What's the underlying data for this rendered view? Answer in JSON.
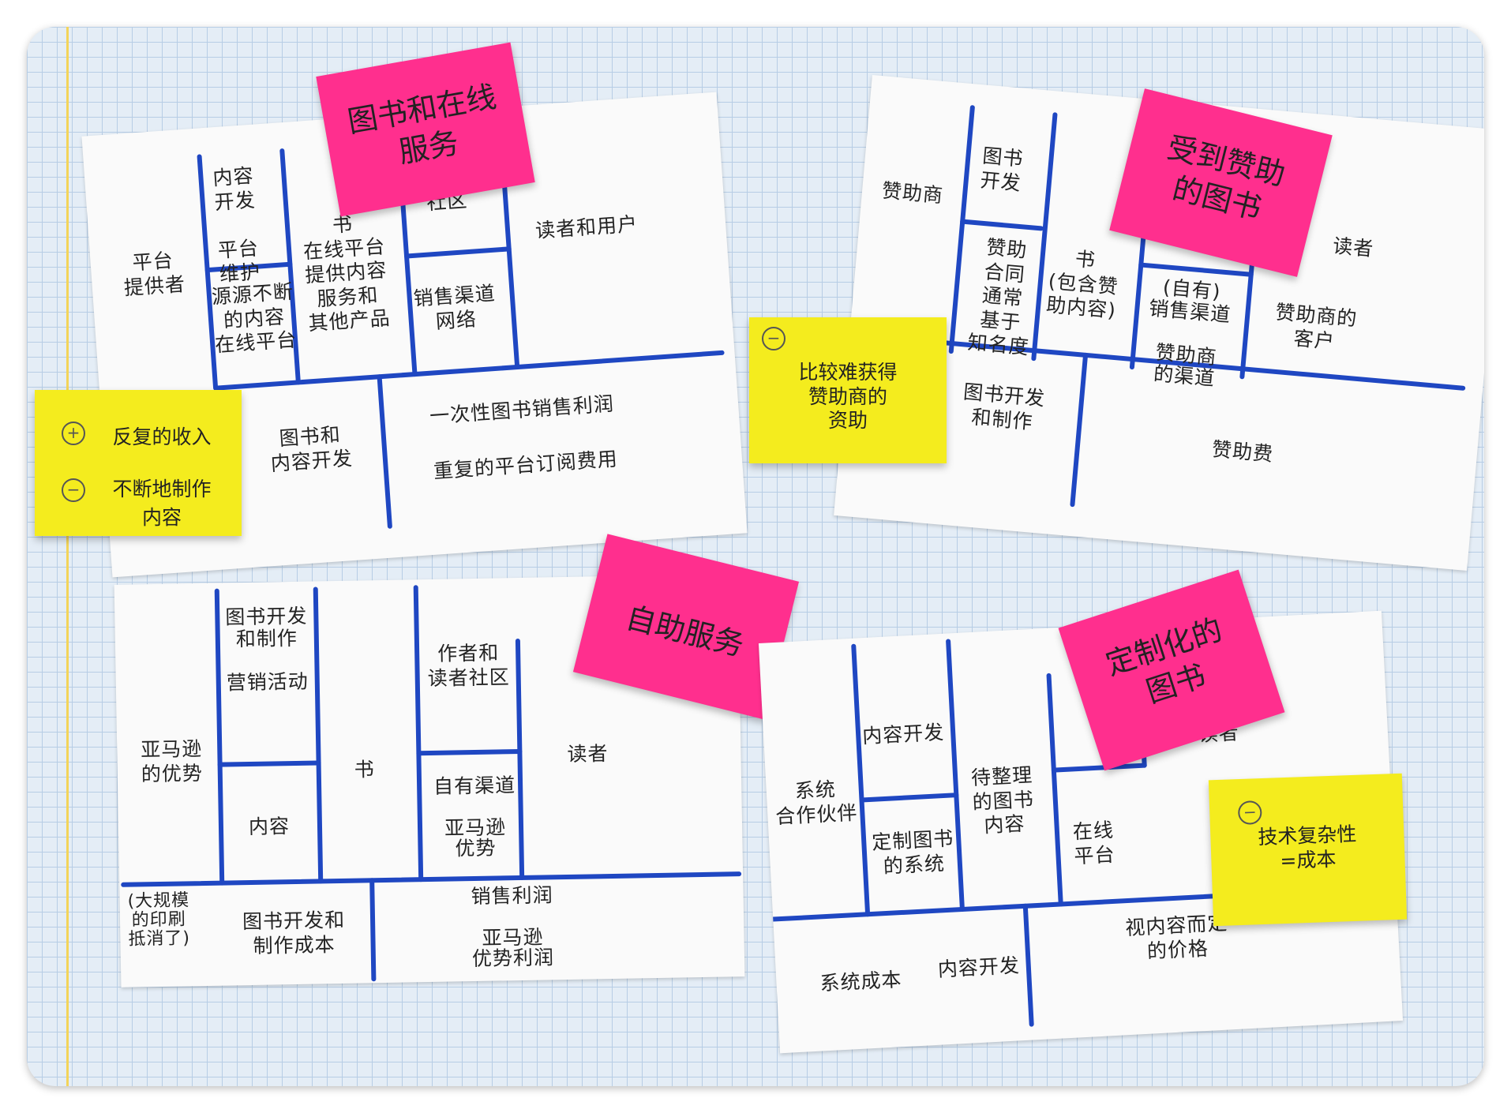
{
  "canvas_1": {
    "title_note": "图书和在线\n服务",
    "blocks": {
      "key_partners": "平台\n提供者",
      "key_activities": "内容\n开发\n\n平台\n维护",
      "key_resources": "源源不断\n的内容\n在线平台",
      "value_proposition": "书\n在线平台\n提供内容\n服务和\n其他产品",
      "customer_relationships": "社区",
      "channels": "销售渠道\n网络",
      "customer_segments": "读者和用户",
      "cost_structure": "图书和\n内容开发",
      "revenue_streams_1": "一次性图书销售利润",
      "revenue_streams_2": "重复的平台订阅费用"
    },
    "side_note": {
      "plus": "反复的收入",
      "minus": "不断地制作\n内容",
      "plus_symbol": "+",
      "minus_symbol": "−"
    }
  },
  "canvas_2": {
    "title_note": "受到赞助\n的图书",
    "blocks": {
      "key_partners": "赞助商",
      "key_activities": "图书\n开发",
      "key_resources": "赞助\n合同\n通常\n基于\n知名度",
      "value_proposition": "书\n(包含赞\n助内容)",
      "channels": "(自有)\n销售渠道\n\n赞助商\n的渠道",
      "customer_segments_1": "读者",
      "customer_segments_2": "赞助商的\n客户",
      "cost_structure": "图书开发\n和制作",
      "revenue_streams": "赞助费"
    },
    "side_note": {
      "minus": "比较难获得\n赞助商的\n资助",
      "minus_symbol": "−"
    }
  },
  "canvas_3": {
    "title_note": "自助服务",
    "blocks": {
      "key_partners": "亚马逊\n的优势",
      "key_activities": "图书开发\n和制作\n\n营销活动",
      "key_resources": "内容",
      "value_proposition": "书",
      "customer_relationships": "作者和\n读者社区",
      "channels": "自有渠道\n\n亚马逊\n优势",
      "customer_segments": "读者",
      "cost_structure_1": "(大规模\n的印刷\n抵消了)",
      "cost_structure_2": "图书开发和\n制作成本",
      "revenue_streams": "销售利润\n\n亚马逊\n优势利润"
    }
  },
  "canvas_4": {
    "title_note": "定制化的\n图书",
    "blocks": {
      "key_partners": "系统\n合作伙伴",
      "key_activities": "内容开发",
      "key_resources": "定制图书\n的系统",
      "value_proposition": "待整理\n的图书\n内容",
      "channels": "在线\n平台",
      "customer_segments": "读者",
      "cost_structure_1": "系统成本",
      "cost_structure_2": "内容开发",
      "revenue_streams": "视内容而定\n的价格"
    },
    "side_note": {
      "minus": "技术复杂性\n=成本",
      "minus_symbol": "−"
    }
  },
  "colors": {
    "grid_bg": "#e4edf6",
    "grid_line": "#b7cde5",
    "marker_blue": "#1f47c2",
    "pink_note": "#ff2f8e",
    "yellow_note": "#f4ec1e",
    "card": "#fafafa"
  }
}
